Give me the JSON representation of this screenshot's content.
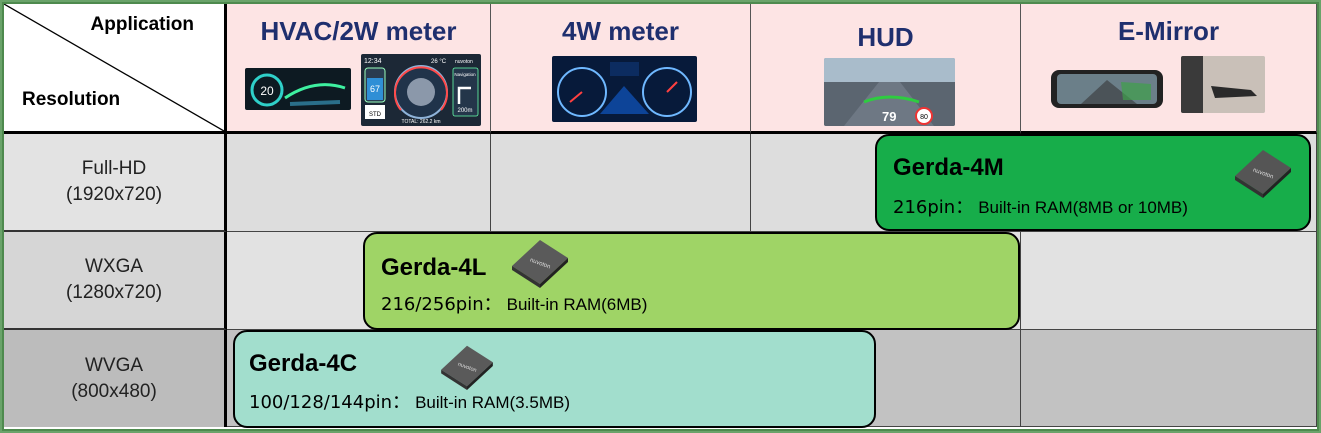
{
  "header": {
    "corner_application": "Application",
    "corner_resolution": "Resolution",
    "columns": [
      {
        "title": "HVAC/2W meter"
      },
      {
        "title": "4W meter"
      },
      {
        "title": "HUD"
      },
      {
        "title": "E-Mirror"
      }
    ]
  },
  "rows": [
    {
      "name": "Full-HD",
      "res": "(1920x720)"
    },
    {
      "name": "WXGA",
      "res": "(1280x720)"
    },
    {
      "name": "WVGA",
      "res": "(800x480)"
    }
  ],
  "products": [
    {
      "name": "Gerda-4M",
      "pins": "216pin：",
      "ram": "Built-in RAM(8MB or 10MB)",
      "color": "#17ad4a",
      "chip_brand": "nuvoton"
    },
    {
      "name": "Gerda-4L",
      "pins": "216/256pin：",
      "ram": "Built-in RAM(6MB)",
      "color": "#9fd466",
      "chip_brand": "nuvoton"
    },
    {
      "name": "Gerda-4C",
      "pins": "100/128/144pin：",
      "ram": "Built-in RAM(3.5MB)",
      "color": "#a2decd",
      "chip_brand": "nuvoton"
    }
  ],
  "thumbnails": {
    "hvac_speed": "20",
    "meter_time": "12:34",
    "meter_temp": "26 °C",
    "meter_battery": "67",
    "meter_mode": "STD",
    "meter_nav": "Navigation",
    "meter_dist": "200m",
    "meter_total": "TOTAL: 262.2 km",
    "meter_brand": "nuvoton",
    "hud_speed": "79",
    "hud_limit": "80"
  },
  "colors": {
    "header_bg": "#fde4e4",
    "header_text": "#1f2f6e",
    "border_green": "#4e8a4e"
  }
}
